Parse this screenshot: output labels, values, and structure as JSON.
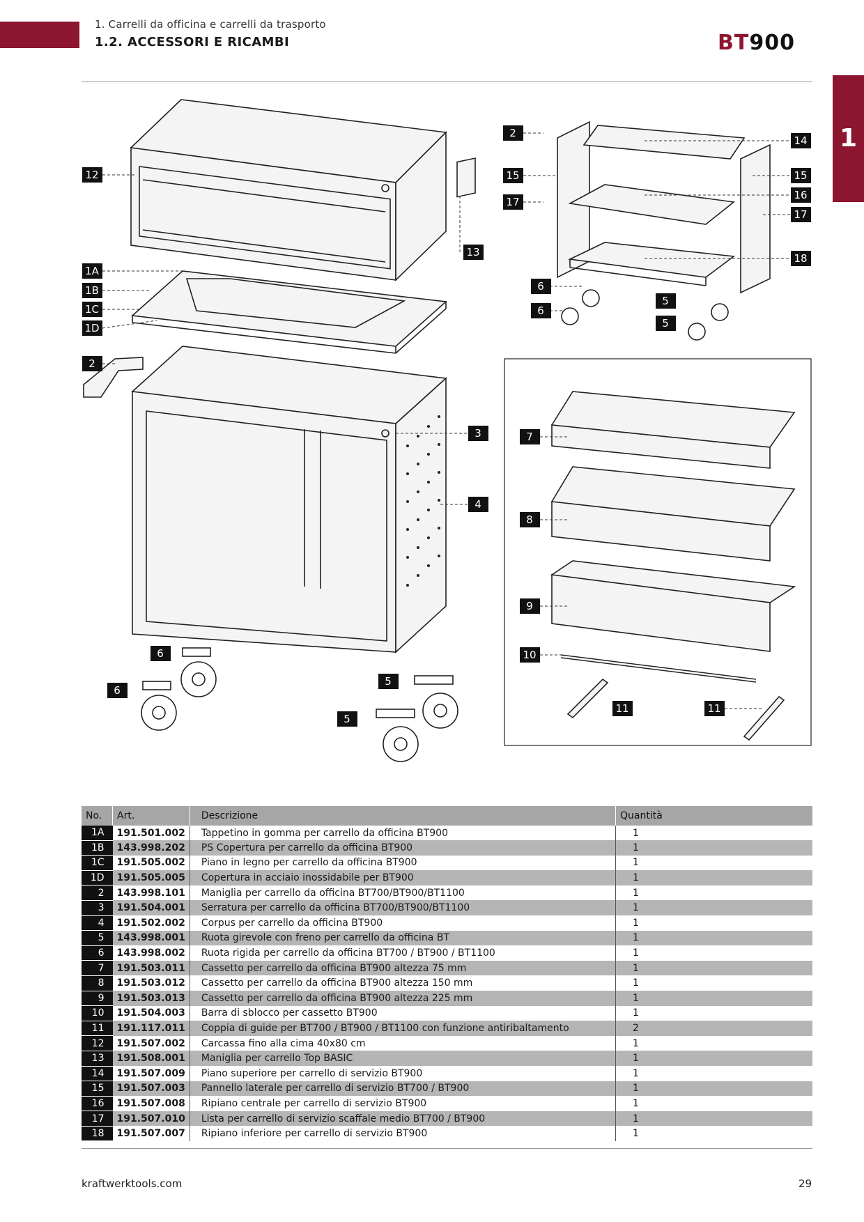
{
  "header": {
    "section": "1. Carrelli da officina e carrelli da trasporto",
    "subsection": "1.2. ACCESSORI E RICAMBI",
    "brand_bt": "BT",
    "brand_num": "900",
    "chapter_tab": "1"
  },
  "diagram": {
    "callouts": [
      "12",
      "1A",
      "1B",
      "1C",
      "1D",
      "2",
      "13",
      "3",
      "4",
      "6",
      "6",
      "5",
      "5",
      "2",
      "15",
      "17",
      "14",
      "15",
      "16",
      "17",
      "18",
      "6",
      "6",
      "5",
      "5",
      "7",
      "8",
      "9",
      "10",
      "11",
      "11"
    ]
  },
  "table": {
    "headers": [
      "No.",
      "Art.",
      "Descrizione",
      "Quantità"
    ],
    "rows": [
      {
        "no": "1A",
        "art": "191.501.002",
        "desc": "Tappetino in gomma per carrello da officina BT900",
        "qty": "1"
      },
      {
        "no": "1B",
        "art": "143.998.202",
        "desc": "PS Copertura per carrello da officina BT900",
        "qty": "1"
      },
      {
        "no": "1C",
        "art": "191.505.002",
        "desc": "Piano in legno per carrello da officina BT900",
        "qty": "1"
      },
      {
        "no": "1D",
        "art": "191.505.005",
        "desc": "Copertura in acciaio inossidabile per BT900",
        "qty": "1"
      },
      {
        "no": "2",
        "art": "143.998.101",
        "desc": "Maniglia per carrello da officina BT700/BT900/BT1100",
        "qty": "1"
      },
      {
        "no": "3",
        "art": "191.504.001",
        "desc": "Serratura per carrello da officina BT700/BT900/BT1100",
        "qty": "1"
      },
      {
        "no": "4",
        "art": "191.502.002",
        "desc": "Corpus per carrello da officina BT900",
        "qty": "1"
      },
      {
        "no": "5",
        "art": "143.998.001",
        "desc": "Ruota girevole con freno per carrello da officina BT",
        "qty": "1"
      },
      {
        "no": "6",
        "art": "143.998.002",
        "desc": "Ruota rigida per carrello da officina BT700 / BT900 / BT1100",
        "qty": "1"
      },
      {
        "no": "7",
        "art": "191.503.011",
        "desc": "Cassetto per carrello da officina BT900 altezza 75 mm",
        "qty": "1"
      },
      {
        "no": "8",
        "art": "191.503.012",
        "desc": "Cassetto per carrello da officina BT900 altezza 150 mm",
        "qty": "1"
      },
      {
        "no": "9",
        "art": "191.503.013",
        "desc": "Cassetto per carrello da officina BT900 altezza 225 mm",
        "qty": "1"
      },
      {
        "no": "10",
        "art": "191.504.003",
        "desc": "Barra di sblocco per cassetto BT900",
        "qty": "1"
      },
      {
        "no": "11",
        "art": "191.117.011",
        "desc": "Coppia di guide per BT700 / BT900 / BT1100 con funzione antiribaltamento",
        "qty": "2"
      },
      {
        "no": "12",
        "art": "191.507.002",
        "desc": "Carcassa fino alla cima 40x80 cm",
        "qty": "1"
      },
      {
        "no": "13",
        "art": "191.508.001",
        "desc": "Maniglia per carrello Top BASIC",
        "qty": "1"
      },
      {
        "no": "14",
        "art": "191.507.009",
        "desc": "Piano superiore per carrello di servizio BT900",
        "qty": "1"
      },
      {
        "no": "15",
        "art": "191.507.003",
        "desc": "Pannello laterale per carrello di servizio BT700 / BT900",
        "qty": "1"
      },
      {
        "no": "16",
        "art": "191.507.008",
        "desc": "Ripiano centrale per carrello di servizio BT900",
        "qty": "1"
      },
      {
        "no": "17",
        "art": "191.507.010",
        "desc": "Lista per carrello di servizio scaffale medio BT700 / BT900",
        "qty": "1"
      },
      {
        "no": "18",
        "art": "191.507.007",
        "desc": "Ripiano inferiore per carrello di servizio BT900",
        "qty": "1"
      }
    ]
  },
  "footer": {
    "site": "kraftwerktools.com",
    "page": "29"
  }
}
